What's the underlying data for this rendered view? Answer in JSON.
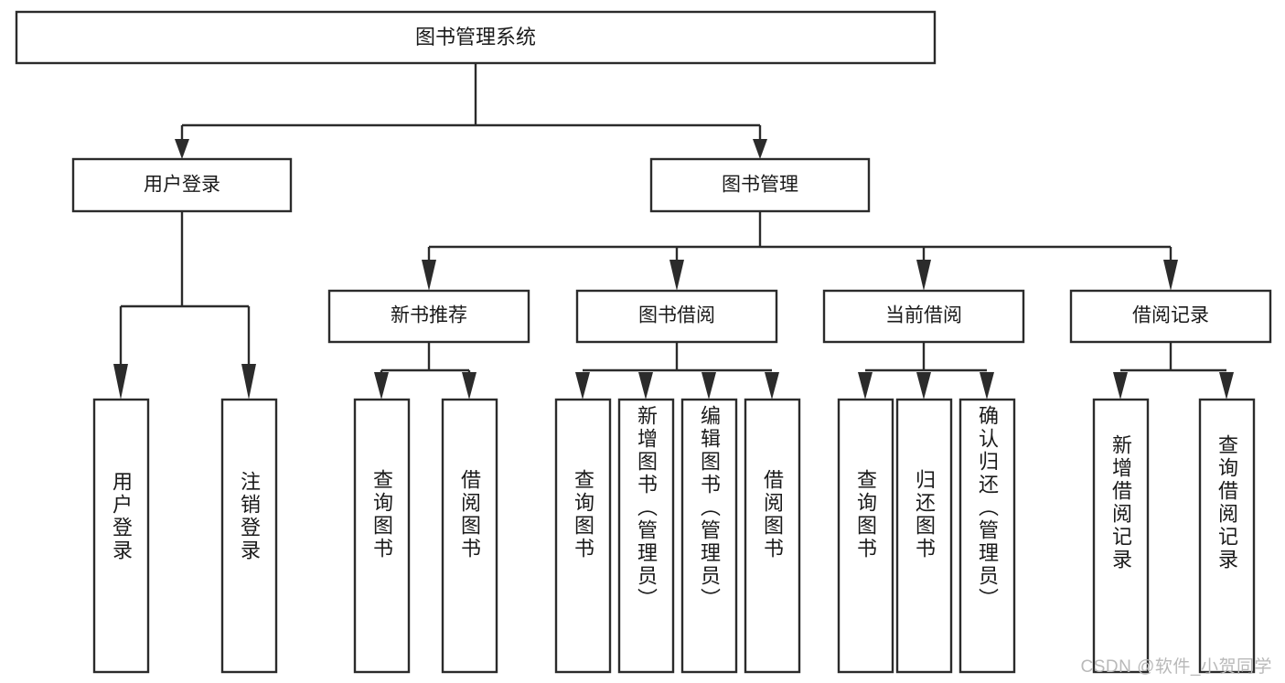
{
  "diagram": {
    "type": "tree-hierarchy",
    "title": "图书管理系统",
    "watermark": "CSDN @软件_小贺同学",
    "colors": {
      "background": "#ffffff",
      "box_fill": "#ffffff",
      "stroke": "#2b2b2b",
      "text": "#1a1a1a",
      "watermark": "#b9b9b9"
    },
    "levels": {
      "root": "图书管理系统",
      "level2": [
        "用户登录",
        "图书管理"
      ],
      "level3": [
        "新书推荐",
        "图书借阅",
        "当前借阅",
        "借阅记录"
      ]
    },
    "root": {
      "label": "图书管理系统",
      "children": [
        {
          "label": "用户登录",
          "children": [
            {
              "label": "用户登录"
            },
            {
              "label": "注销登录"
            }
          ]
        },
        {
          "label": "图书管理",
          "children": [
            {
              "label": "新书推荐",
              "children": [
                {
                  "label": "查询图书"
                },
                {
                  "label": "借阅图书"
                }
              ]
            },
            {
              "label": "图书借阅",
              "children": [
                {
                  "label": "查询图书"
                },
                {
                  "label": "新增图书（管理员）"
                },
                {
                  "label": "编辑图书（管理员）"
                },
                {
                  "label": "借阅图书"
                }
              ]
            },
            {
              "label": "当前借阅",
              "children": [
                {
                  "label": "查询图书"
                },
                {
                  "label": "归还图书"
                },
                {
                  "label": "确认归还（管理员）"
                }
              ]
            },
            {
              "label": "借阅记录",
              "children": [
                {
                  "label": "新增借阅记录"
                },
                {
                  "label": "查询借阅记录"
                }
              ]
            }
          ]
        }
      ]
    },
    "nodes": {
      "root": "图书管理系统",
      "user_login": "用户登录",
      "book_manage": "图书管理",
      "new_book_rec": "新书推荐",
      "book_borrow": "图书借阅",
      "current_borrow": "当前借阅",
      "borrow_record": "借阅记录",
      "leaf_user_login": "用户登录",
      "leaf_logout": "注销登录",
      "leaf_query_book_1": "查询图书",
      "leaf_borrow_book_1": "借阅图书",
      "leaf_query_book_2": "查询图书",
      "leaf_add_book": "新增图书（管理员）",
      "leaf_edit_book": "编辑图书（管理员）",
      "leaf_borrow_book_2": "借阅图书",
      "leaf_query_book_3": "查询图书",
      "leaf_return_book": "归还图书",
      "leaf_confirm_return": "确认归还（管理员）",
      "leaf_add_record": "新增借阅记录",
      "leaf_query_record": "查询借阅记录"
    }
  }
}
